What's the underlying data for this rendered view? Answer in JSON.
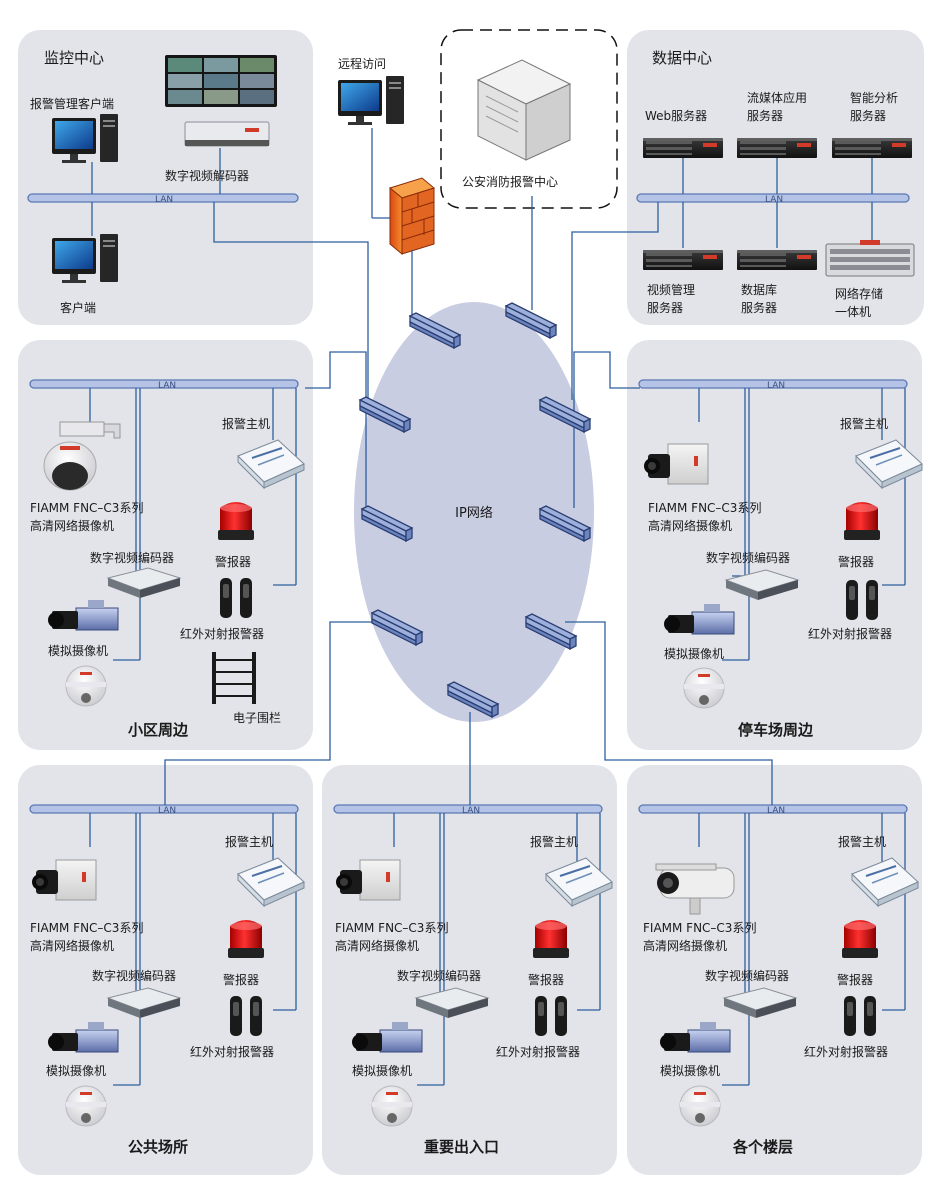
{
  "lan_label": "LAN",
  "network": {
    "label": "IP网络"
  },
  "monitor_center": {
    "title": "监控中心",
    "alarm_client": "报警管理客户端",
    "decoder": "数字视频解码器",
    "client": "客户端"
  },
  "remote": {
    "label": "远程访问"
  },
  "police": {
    "label": "公安消防报警中心"
  },
  "data_center": {
    "title": "数据中心",
    "web_server": "Web服务器",
    "stream_l1": "流媒体应用",
    "stream_l2": "服务器",
    "analysis_l1": "智能分析",
    "analysis_l2": "服务器",
    "vms_l1": "视频管理",
    "vms_l2": "服务器",
    "db_l1": "数据库",
    "db_l2": "服务器",
    "nas_l1": "网络存储",
    "nas_l2": "一体机"
  },
  "zones": [
    {
      "title": "小区周边",
      "alarm_host": "报警主机",
      "camera_l1": "FIAMM FNC–C3系列",
      "camera_l2": "高清网络摄像机",
      "encoder": "数字视频编码器",
      "siren": "警报器",
      "analog_cam": "模拟摄像机",
      "ir_alarm": "红外对射报警器",
      "fence": "电子围栏"
    },
    {
      "title": "停车场周边",
      "alarm_host": "报警主机",
      "camera_l1": "FIAMM FNC–C3系列",
      "camera_l2": "高清网络摄像机",
      "encoder": "数字视频编码器",
      "siren": "警报器",
      "analog_cam": "模拟摄像机",
      "ir_alarm": "红外对射报警器"
    },
    {
      "title": "公共场所",
      "alarm_host": "报警主机",
      "camera_l1": "FIAMM FNC–C3系列",
      "camera_l2": "高清网络摄像机",
      "encoder": "数字视频编码器",
      "siren": "警报器",
      "analog_cam": "模拟摄像机",
      "ir_alarm": "红外对射报警器"
    },
    {
      "title": "重要出入口",
      "alarm_host": "报警主机",
      "camera_l1": "FIAMM FNC–C3系列",
      "camera_l2": "高清网络摄像机",
      "encoder": "数字视频编码器",
      "siren": "警报器",
      "analog_cam": "模拟摄像机",
      "ir_alarm": "红外对射报警器"
    },
    {
      "title": "各个楼层",
      "alarm_host": "报警主机",
      "camera_l1": "FIAMM FNC–C3系列",
      "camera_l2": "高清网络摄像机",
      "encoder": "数字视频编码器",
      "siren": "警报器",
      "analog_cam": "模拟摄像机",
      "ir_alarm": "红外对射报警器"
    }
  ]
}
